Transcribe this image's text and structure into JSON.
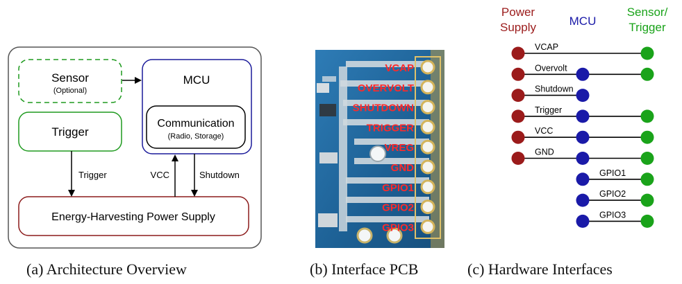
{
  "architecture": {
    "sensor": {
      "title": "Sensor",
      "note": "(Optional)"
    },
    "mcu": {
      "title": "MCU"
    },
    "communication": {
      "title": "Communication",
      "note": "(Radio, Storage)"
    },
    "trigger": {
      "title": "Trigger"
    },
    "power_supply": {
      "title": "Energy-Harvesting Power Supply"
    },
    "links": {
      "trigger": "Trigger",
      "vcc": "VCC",
      "shutdown": "Shutdown"
    },
    "caption": "(a) Architecture Overview"
  },
  "pcb": {
    "pins": [
      "VCAP",
      "OVERVOLT",
      "SHUTDOWN",
      "TRIGGER",
      "VREG",
      "GND",
      "GPIO1",
      "GPIO2",
      "GPIO3"
    ],
    "caption": "(b) Interface PCB",
    "colors": {
      "label": "#ff2a2a",
      "board": "#1f6aa0",
      "trace": "#cfd8de"
    }
  },
  "interfaces": {
    "headers": {
      "power_line1": "Power",
      "power_line2": "Supply",
      "mcu": "MCU",
      "sensor_line1": "Sensor/",
      "sensor_line2": "Trigger"
    },
    "signals": [
      {
        "name": "VCAP",
        "power": true,
        "mcu": false,
        "sensor": true
      },
      {
        "name": "Overvolt",
        "power": true,
        "mcu": true,
        "sensor": true
      },
      {
        "name": "Shutdown",
        "power": true,
        "mcu": true,
        "sensor": false
      },
      {
        "name": "Trigger",
        "power": true,
        "mcu": true,
        "sensor": true
      },
      {
        "name": "VCC",
        "power": true,
        "mcu": true,
        "sensor": true
      },
      {
        "name": "GND",
        "power": true,
        "mcu": true,
        "sensor": true
      },
      {
        "name": "GPIO1",
        "power": false,
        "mcu": true,
        "sensor": true
      },
      {
        "name": "GPIO2",
        "power": false,
        "mcu": true,
        "sensor": true
      },
      {
        "name": "GPIO3",
        "power": false,
        "mcu": true,
        "sensor": true
      }
    ],
    "caption": "(c) Hardware Interfaces",
    "colors": {
      "power": "#9b1b1b",
      "mcu": "#1a1aa8",
      "sensor": "#1aa31a"
    }
  }
}
